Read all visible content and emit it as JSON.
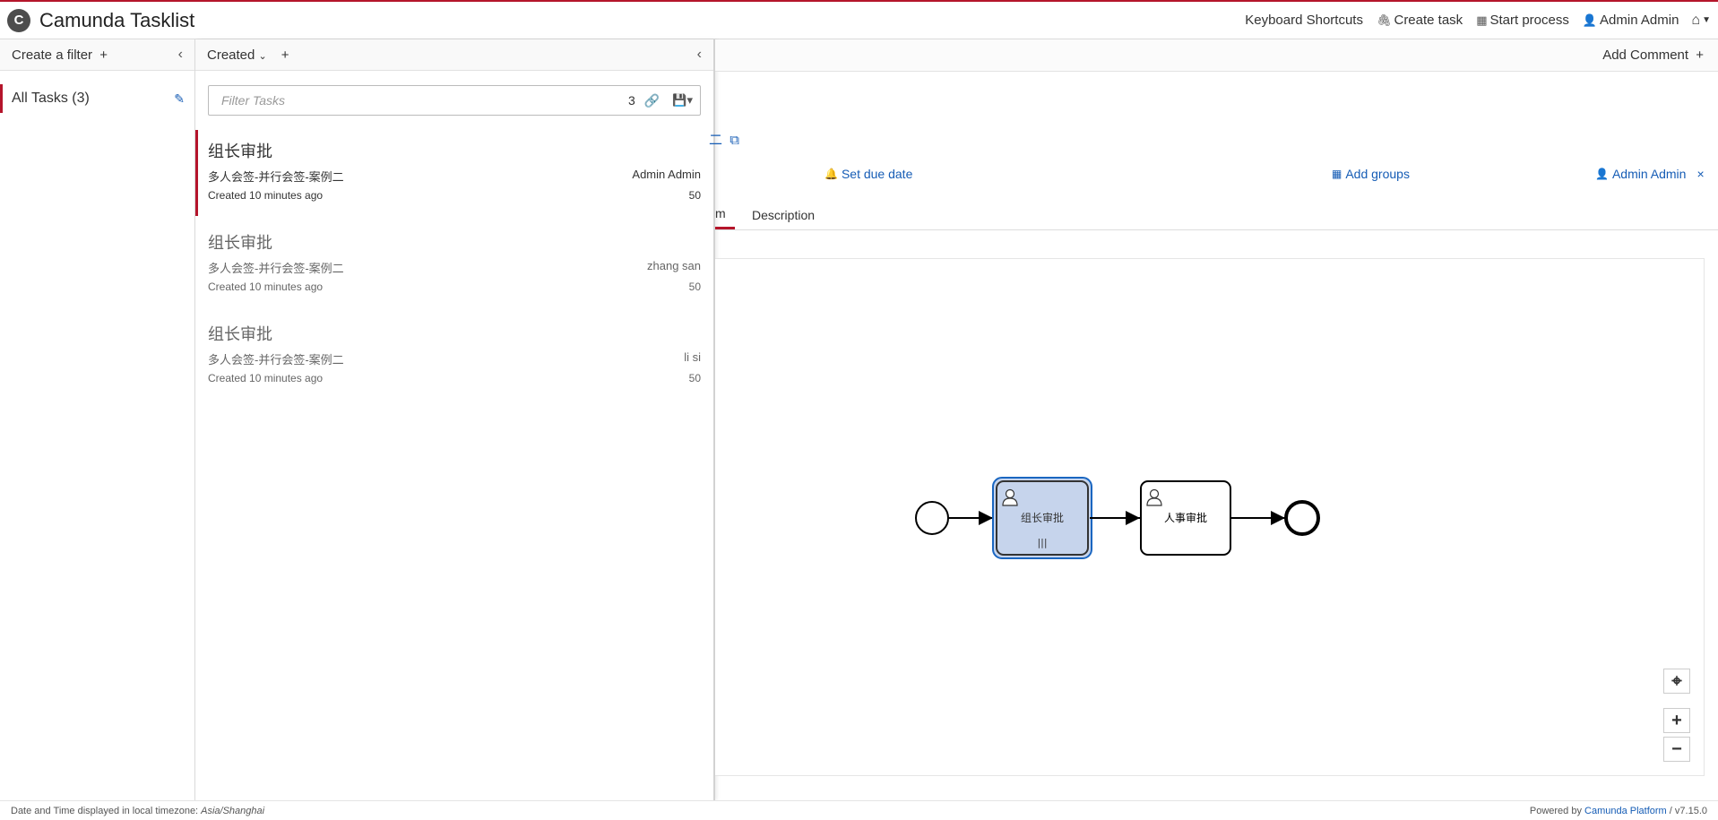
{
  "app": {
    "title": "Camunda Tasklist",
    "logo_glyph": "C"
  },
  "nav": {
    "keyboard_shortcuts": "Keyboard Shortcuts",
    "create_task": "Create task",
    "start_process": "Start process",
    "user": "Admin Admin",
    "icons": {
      "create_task": "paperclip-icon",
      "start_process": "calculator-icon",
      "user": "user-icon",
      "home": "home-icon"
    }
  },
  "filters": {
    "create_label": "Create a filter",
    "items": [
      {
        "label": "All Tasks (3)"
      }
    ]
  },
  "tasklist": {
    "sort_label": "Created",
    "search": {
      "placeholder": "Filter Tasks",
      "count": "3"
    },
    "tasks": [
      {
        "name": "组长审批",
        "process": "多人会签-并行会签-案例二",
        "assignee": "Admin Admin",
        "created": "Created 10 minutes ago",
        "priority": "50"
      },
      {
        "name": "组长审批",
        "process": "多人会签-并行会签-案例二",
        "assignee": "zhang san",
        "created": "Created 10 minutes ago",
        "priority": "50"
      },
      {
        "name": "组长审批",
        "process": "多人会签-并行会签-案例二",
        "assignee": "li si",
        "created": "Created 10 minutes ago",
        "priority": "50"
      }
    ]
  },
  "detail": {
    "add_comment": "Add Comment",
    "process_link_fragment": "二",
    "set_due_date": "Set due date",
    "add_groups": "Add groups",
    "assignee": "Admin Admin",
    "tabs": {
      "diagram_fragment": "m",
      "description": "Description"
    }
  },
  "diagram": {
    "task1_label": "组长审批",
    "task2_label": "人事审批",
    "multi_instance_marker": "|||"
  },
  "footer": {
    "timezone_prefix": "Date and Time displayed in local timezone:",
    "timezone": "Asia/Shanghai",
    "powered_by": "Powered by",
    "platform": "Camunda Platform",
    "version": "/ v7.15.0"
  },
  "colors": {
    "brand_red": "#b5152b",
    "link_blue": "#155cb5",
    "active_task_fill": "#c6d4ec",
    "active_task_border": "#1a66c1"
  }
}
